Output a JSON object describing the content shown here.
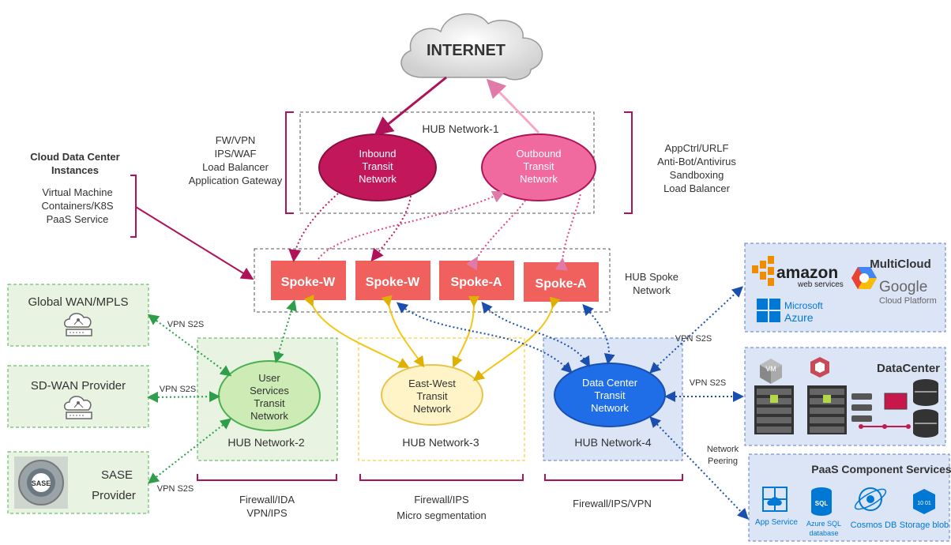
{
  "internet": {
    "label": "INTERNET"
  },
  "hub1": {
    "title": "HUB Network-1",
    "inbound": [
      "Inbound",
      "Transit",
      "Network"
    ],
    "outbound": [
      "Outbound",
      "Transit",
      "Network"
    ],
    "left_services": [
      "FW/VPN",
      "IPS/WAF",
      "Load Balancer",
      "Application Gateway"
    ],
    "right_services": [
      "AppCtrl/URLF",
      "Anti-Bot/Antivirus",
      "Sandboxing",
      "Load Balancer"
    ]
  },
  "cloud_dc": {
    "title": [
      "Cloud Data Center",
      "Instances"
    ],
    "items": [
      "Virtual Machine",
      "Containers/K8S",
      "PaaS Service"
    ]
  },
  "spokes": {
    "items": [
      "Spoke-W",
      "Spoke-W",
      "Spoke-A",
      "Spoke-A"
    ],
    "label": [
      "HUB Spoke",
      "Network"
    ]
  },
  "left_sites": {
    "global_wan": "Global WAN/MPLS",
    "sdwan": "SD-WAN Provider",
    "sase": [
      "SASE",
      "Provider"
    ],
    "sase_logo": "SASE",
    "vpn": [
      "VPN S2S",
      "VPN S2S",
      "VPN S2S"
    ]
  },
  "hub2": {
    "title": "HUB Network-2",
    "node": [
      "User",
      "Services",
      "Transit",
      "Network"
    ],
    "services": [
      "Firewall/IDA",
      "VPN/IPS"
    ]
  },
  "hub3": {
    "title": "HUB Network-3",
    "node": [
      "East-West",
      "Transit",
      "Network"
    ],
    "services": [
      "Firewall/IPS",
      "Micro segmentation"
    ]
  },
  "hub4": {
    "title": "HUB Network-4",
    "node": [
      "Data Center",
      "Transit",
      "Network"
    ],
    "services": [
      "Firewall/IPS/VPN"
    ]
  },
  "right_links": {
    "vpn1": "VPN S2S",
    "vpn2": "VPN S2S",
    "peering": [
      "Network",
      "Peering"
    ]
  },
  "multicloud": {
    "title": "MultiCloud",
    "amazon": [
      "amazon",
      "web services"
    ],
    "google": [
      "Google",
      "Cloud Platform"
    ],
    "azure": [
      "Microsoft",
      "Azure"
    ]
  },
  "datacenter": {
    "title": "DataCenter",
    "vm_label": "VM"
  },
  "paas": {
    "title": "PaaS Component Services",
    "items": [
      "App Service",
      "Azure SQL",
      "database",
      "Cosmos DB",
      "Storage blob"
    ],
    "sql_label": "SQL",
    "blob_label": "10 01"
  },
  "colors": {
    "magenta": "#c2185b",
    "pink": "#f06292",
    "spoke": "#f0605d",
    "green": "#4caf50",
    "yellow": "#f5c518",
    "blue": "#1565c0",
    "azure_blue": "#0078d4"
  }
}
